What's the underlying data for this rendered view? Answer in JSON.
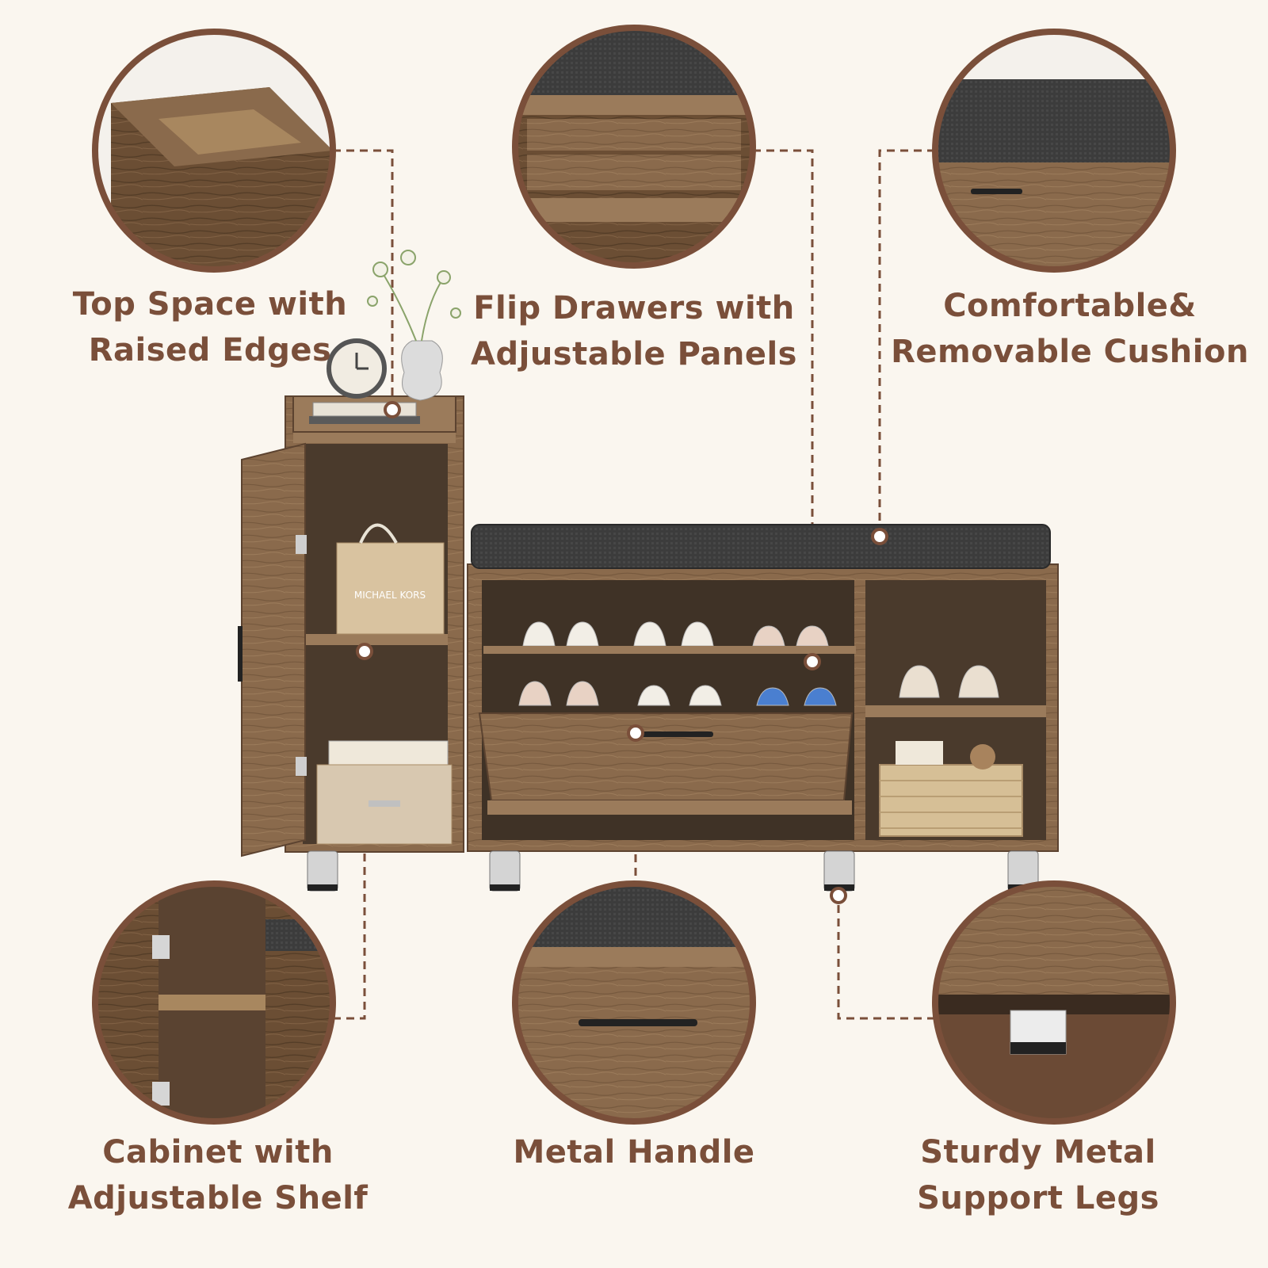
{
  "colors": {
    "background": "#faf6ef",
    "accent": "#7a4f3a",
    "dashed_line": "#7a4f3a",
    "wood": "#8a6a4c",
    "wood_dark": "#5c4330",
    "cushion": "#3a3a3a"
  },
  "features": [
    {
      "id": "top-space",
      "lines": [
        "Top Space with",
        "Raised Edges"
      ]
    },
    {
      "id": "flip-drawers",
      "lines": [
        "Flip Drawers with",
        "Adjustable Panels"
      ]
    },
    {
      "id": "cushion",
      "lines": [
        "Comfortable&",
        "Removable Cushion"
      ]
    },
    {
      "id": "cabinet",
      "lines": [
        "Cabinet with",
        "Adjustable Shelf"
      ]
    },
    {
      "id": "handle",
      "lines": [
        "Metal Handle"
      ]
    },
    {
      "id": "legs",
      "lines": [
        "Sturdy Metal",
        "Support Legs"
      ]
    }
  ],
  "product": {
    "bag_brand": "MICHAEL KORS"
  }
}
